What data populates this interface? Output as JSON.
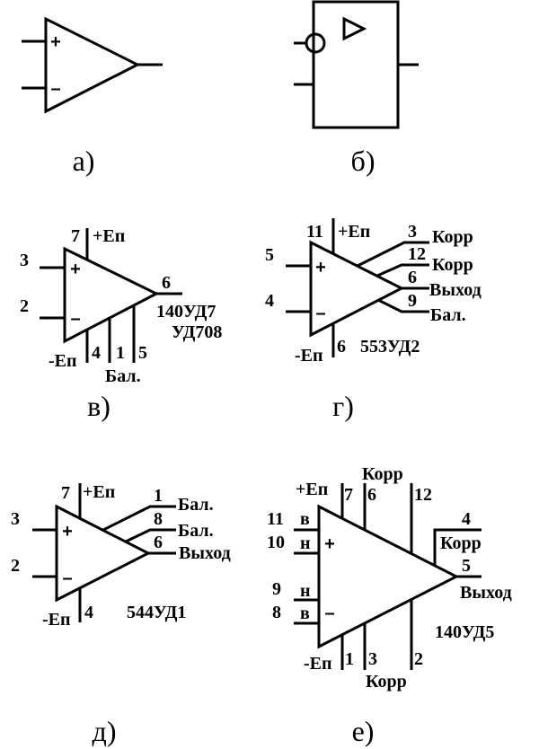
{
  "a": {
    "caption": "а)",
    "plus": "+",
    "minus": "–"
  },
  "b": {
    "caption": "б)"
  },
  "v": {
    "caption": "в)",
    "plus": "+",
    "minus": "–",
    "pin7": "7",
    "vplus": "+Еп",
    "pin3": "3",
    "pin2": "2",
    "pin6": "6",
    "model1": "140УД7",
    "model2": "УД708",
    "vminus": "-Еп",
    "pin4": "4",
    "pin1": "1",
    "pin5": "5",
    "bal": "Бал."
  },
  "g": {
    "caption": "г)",
    "plus": "+",
    "minus": "–",
    "pin11": "11",
    "vplus": "+Еп",
    "pin5": "5",
    "pin4": "4",
    "vminus": "-Еп",
    "pin6b": "6",
    "model": "553УД2",
    "pin3": "3",
    "korr1": "Корр",
    "pin12": "12",
    "korr2": "Корр",
    "pin6": "6",
    "out": "Выход",
    "pin9": "9",
    "bal": "Бал."
  },
  "d": {
    "caption": "д)",
    "plus": "+",
    "minus": "–",
    "pin7": "7",
    "vplus": "+Еп",
    "pin3": "3",
    "pin2": "2",
    "vminus": "-Еп",
    "pin4": "4",
    "model": "544УД1",
    "pin1": "1",
    "bal1": "Бал.",
    "pin8": "8",
    "bal2": "Бал.",
    "pin6": "6",
    "out": "Выход"
  },
  "e": {
    "caption": "е)",
    "plus": "+",
    "minus": "–",
    "korrTop": "Корр",
    "vplus": "+Еп",
    "pin7": "7",
    "pin6": "6",
    "pin12": "12",
    "pin11": "11",
    "v1": "в",
    "pin10": "10",
    "n1": "н",
    "pin9": "9",
    "n2": "н",
    "pin8": "8",
    "v2": "в",
    "pin4": "4",
    "korrRight": "Корр",
    "pin5": "5",
    "out": "Выход",
    "model": "140УД5",
    "vminus": "-Еп",
    "pin1": "1",
    "pin3": "3",
    "pin2": "2",
    "korrBottom": "Корр"
  }
}
